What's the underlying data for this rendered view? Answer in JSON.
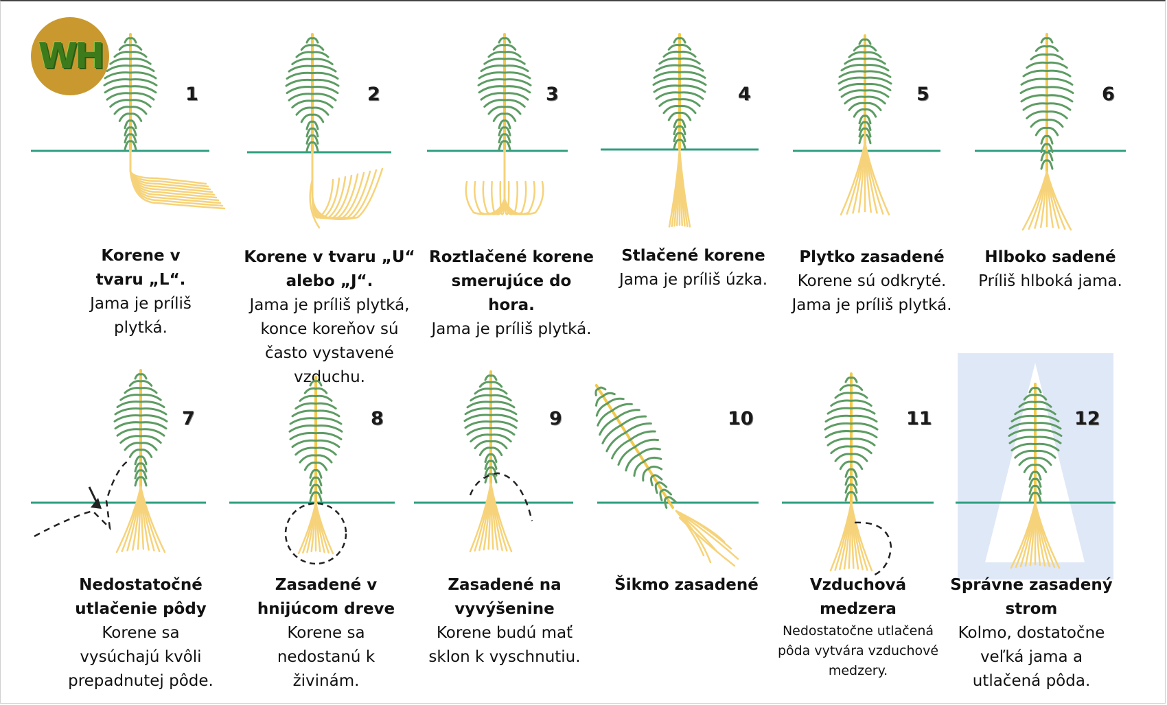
{
  "logo": {
    "text": "WH",
    "color": "#c9992f"
  },
  "colors": {
    "ground": "#2e9e7f",
    "foliage": "#5d9c63",
    "trunk": "#f3c94d",
    "roots": "#f6d37a",
    "good_zone": "#dfe8f6"
  },
  "panels": [
    {
      "number": "1",
      "title": "Korene v tvaru „L“.",
      "desc": "Jama je príliš plytká."
    },
    {
      "number": "2",
      "title": "Korene v tvaru „U“ alebo „J“.",
      "desc": "Jama je príliš plytká, konce koreňov sú často vystavené vzduchu."
    },
    {
      "number": "3",
      "title": "Roztlačené korene smerujúce do hora.",
      "desc": "Jama je príliš plytká."
    },
    {
      "number": "4",
      "title": "Stlačené korene",
      "desc": "Jama je príliš úzka."
    },
    {
      "number": "5",
      "title": "Plytko zasadené",
      "desc": "Korene sú odkryté. Jama je príliš plytká."
    },
    {
      "number": "6",
      "title": "Hlboko sadené",
      "desc": "Príliš hlboká jama."
    },
    {
      "number": "7",
      "title": "Nedostatočné utlačenie pôdy",
      "desc": "Korene sa vysúchajú kvôli prepadnutej pôde."
    },
    {
      "number": "8",
      "title": "Zasadené v hnijúcom dreve",
      "desc": "Korene sa nedostanú k živinám."
    },
    {
      "number": "9",
      "title": "Zasadené na vyvýšenine",
      "desc": "Korene budú mať sklon k vyschnutiu."
    },
    {
      "number": "10",
      "title": "Šikmo zasadené",
      "desc": ""
    },
    {
      "number": "11",
      "title": "Vzduchová medzera",
      "desc": "Nedostatočne utlačená pôda vytvára vzduchové medzery."
    },
    {
      "number": "12",
      "title": "Správne zasadený strom",
      "desc": "Kolmo, dostatočne veľká jama a utlačená pôda."
    }
  ]
}
